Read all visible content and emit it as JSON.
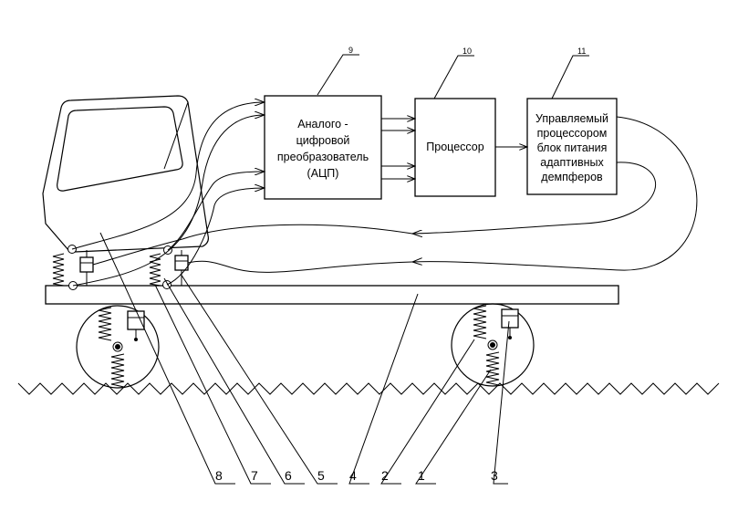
{
  "blocks": {
    "adc": {
      "number": "9",
      "lines": [
        "Аналого -",
        "цифровой",
        "преобразователь",
        "(АЦП)"
      ]
    },
    "processor": {
      "number": "10",
      "lines": [
        "Процессор"
      ]
    },
    "power": {
      "number": "11",
      "lines": [
        "Управляемый",
        "процессором",
        "блок питания",
        "адаптивных",
        "демпферов"
      ]
    }
  },
  "callouts": [
    "8",
    "7",
    "6",
    "5",
    "4",
    "2",
    "1",
    "3"
  ]
}
